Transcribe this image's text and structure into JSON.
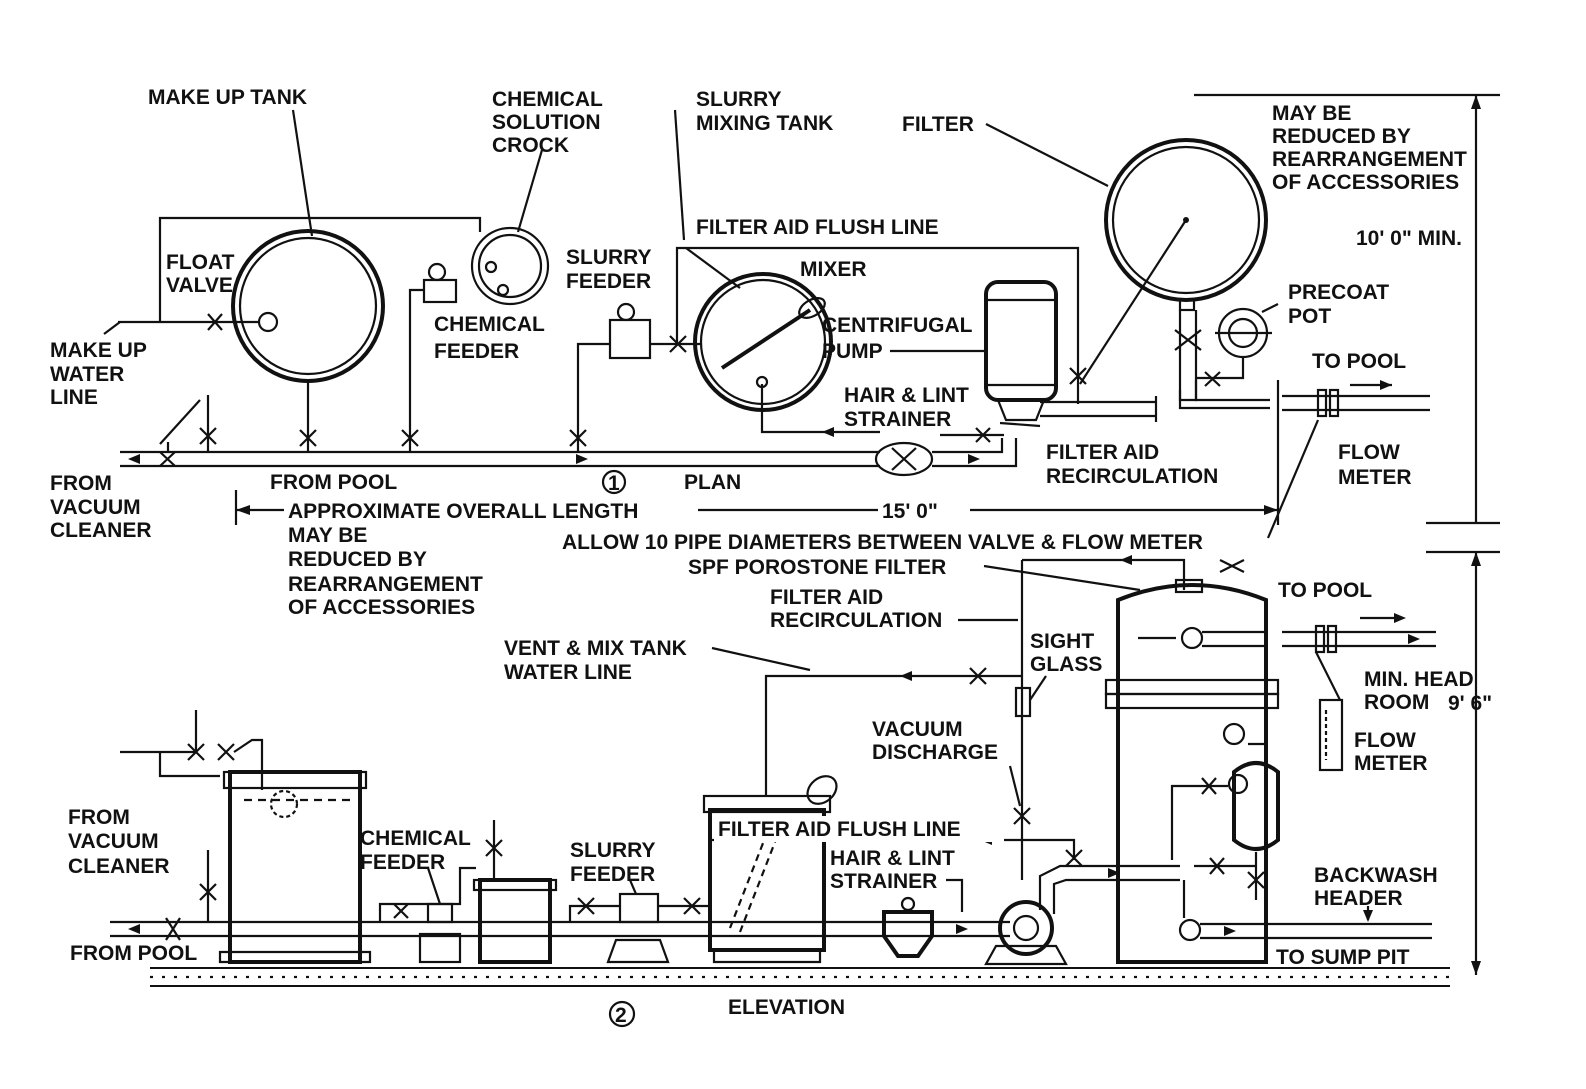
{
  "plan": {
    "make_up_tank": "MAKE UP TANK",
    "chemical_solution_crock": [
      "CHEMICAL",
      "SOLUTION",
      "CROCK"
    ],
    "slurry_mixing_tank": [
      "SLURRY",
      "MIXING TANK"
    ],
    "filter": "FILTER",
    "may_be_reduced_right": [
      "MAY BE",
      "REDUCED BY",
      "REARRANGEMENT",
      "OF ACCESSORIES"
    ],
    "ten_ft_min": "10' 0\" MIN.",
    "filter_aid_flush_line": "FILTER AID FLUSH LINE",
    "float_valve": [
      "FLOAT",
      "VALVE"
    ],
    "slurry_feeder": [
      "SLURRY",
      "FEEDER"
    ],
    "mixer": "MIXER",
    "precoat_pot": [
      "PRECOAT",
      "POT"
    ],
    "make_up_water_line": [
      "MAKE UP",
      "WATER",
      "LINE"
    ],
    "chemical_feeder": [
      "CHEMICAL",
      "FEEDER"
    ],
    "centrifugal_pump": [
      "CENTRIFUGAL",
      "PUMP"
    ],
    "to_pool": "TO POOL",
    "hair_lint_strainer": [
      "HAIR & LINT",
      "STRAINER"
    ],
    "from_vacuum_cleaner": [
      "FROM",
      "VACUUM",
      "CLEANER"
    ],
    "from_pool": "FROM POOL",
    "plan_number": "1",
    "plan_label": "PLAN",
    "filter_aid_recirculation": [
      "FILTER AID",
      "RECIRCULATION"
    ],
    "flow_meter": [
      "FLOW",
      "METER"
    ],
    "approx_overall_length": "APPROXIMATE  OVERALL  LENGTH",
    "fifteen_ft": "15' 0\"",
    "may_be_reduced_left": [
      "MAY BE",
      "REDUCED BY",
      "REARRANGEMENT",
      "OF ACCESSORIES"
    ],
    "allow_pipe_diameters": "ALLOW 10 PIPE DIAMETERS BETWEEN VALVE & FLOW METER"
  },
  "elevation": {
    "spf_porostone_filter": "SPF  POROSTONE FILTER",
    "filter_aid_recirculation": [
      "FILTER AID",
      "RECIRCULATION"
    ],
    "to_pool": "TO POOL",
    "vent_mix_tank_water_line": [
      "VENT & MIX TANK",
      "WATER LINE"
    ],
    "sight_glass": [
      "SIGHT",
      "GLASS"
    ],
    "min_head_room": [
      "MIN. HEAD",
      "ROOM"
    ],
    "nine_ft_six": "9' 6\"",
    "flow_meter": [
      "FLOW",
      "METER"
    ],
    "vacuum_discharge": [
      "VACUUM",
      "DISCHARGE"
    ],
    "from_vacuum_cleaner": [
      "FROM",
      "VACUUM",
      "CLEANER"
    ],
    "chemical_feeder": [
      "CHEMICAL",
      "FEEDER"
    ],
    "filter_aid_flush_line": "FILTER AID  FLUSH LINE",
    "slurry_feeder": [
      "SLURRY",
      "FEEDER"
    ],
    "hair_lint_strainer": [
      "HAIR & LINT",
      "STRAINER"
    ],
    "backwash_header": [
      "BACKWASH",
      "HEADER"
    ],
    "from_pool": "FROM POOL",
    "to_sump_pit": "TO SUMP PIT",
    "elevation_number": "2",
    "elevation_label": "ELEVATION"
  },
  "colors": {
    "ink": "#111111",
    "paper": "#ffffff"
  }
}
